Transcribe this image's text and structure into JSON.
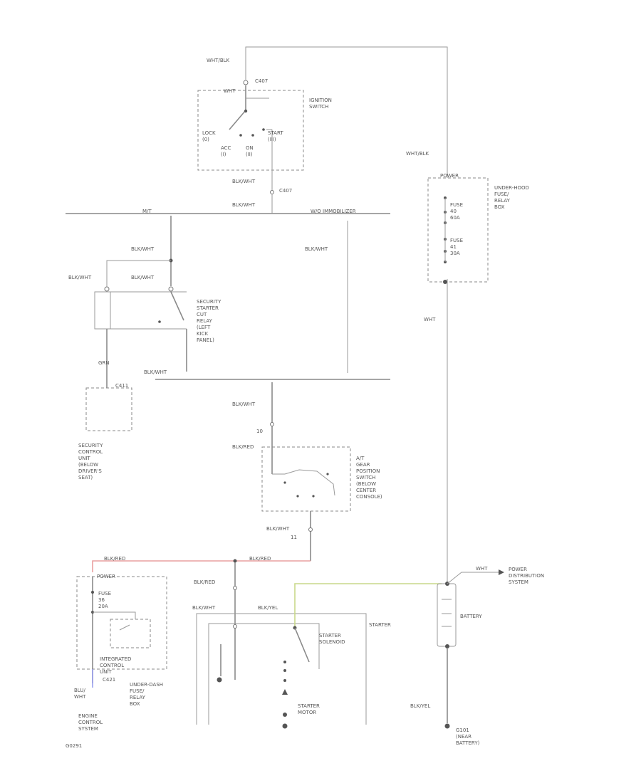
{
  "labels": {
    "wht_blk_top": "WHT/BLK",
    "c407_top": "C407",
    "wht_sw": "WHT",
    "ign_switch": "IGNITION SWITCH",
    "lock": "LOCK (0)",
    "acc": "ACC (I)",
    "on": "ON (II)",
    "start": "START (III)",
    "blk_wht_a": "BLK/WHT",
    "c407_b": "C407",
    "blk_wht_b": "BLK/WHT",
    "bus_left": "M/T",
    "bus_right": "W/O IMMOBILIZER",
    "wht_blk_right": "WHT/BLK",
    "fuse_box_top_pin": "POWER",
    "underhood_box": "UNDER-HOOD FUSE/ RELAY BOX",
    "fuse_a": "FUSE 40 60A",
    "fuse_b": "FUSE 41 30A",
    "wht_right": "WHT",
    "blk_wht_c": "BLK/WHT",
    "blk_wht_d": "BLK/WHT",
    "blk_wht_e": "BLK/WHT",
    "blk_wht_f": "BLK/WHT",
    "relay_label": "SECURITY STARTER CUT RELAY (LEFT KICK PANEL)",
    "grn": "GRN",
    "c411": "C411",
    "security_unit": "SECURITY CONTROL UNIT (BELOW DRIVER'S SEAT)",
    "blk_wht_g": "BLK/WHT",
    "blk_wht_h": "BLK/WHT",
    "blk_wht_i": "BLK/WHT",
    "blk_red": "BLK/RED",
    "gear_switch": "A/T GEAR POSITION SWITCH (BELOW CENTER CONSOLE)",
    "pin_10": "10",
    "pin_11": "11",
    "blk_red_b": "BLK/RED",
    "blk_red_c": "BLK/RED",
    "blk_wht_j": "BLK/WHT",
    "blk_yel": "BLK/YEL",
    "fuse_box2_pin": "POWER",
    "fuse_c": "FUSE 36 20A",
    "int_control": "INTEGRATED CONTROL UNIT",
    "c421": "C421",
    "blu_wht": "BLU/ WHT",
    "underdash_box": "UNDER-DASH FUSE/ RELAY BOX",
    "engine_control": "ENGINE CONTROL SYSTEM",
    "fig_code": "G0291",
    "starter_sol": "STARTER SOLENOID",
    "starter_right": "STARTER",
    "starter_motor": "STARTER MOTOR",
    "wht_pd": "WHT",
    "power_dist": "POWER DISTRIBUTION SYSTEM",
    "battery": "BATTERY",
    "blk_yel_b": "BLK/YEL",
    "ground": "G101 (NEAR BATTERY)"
  }
}
